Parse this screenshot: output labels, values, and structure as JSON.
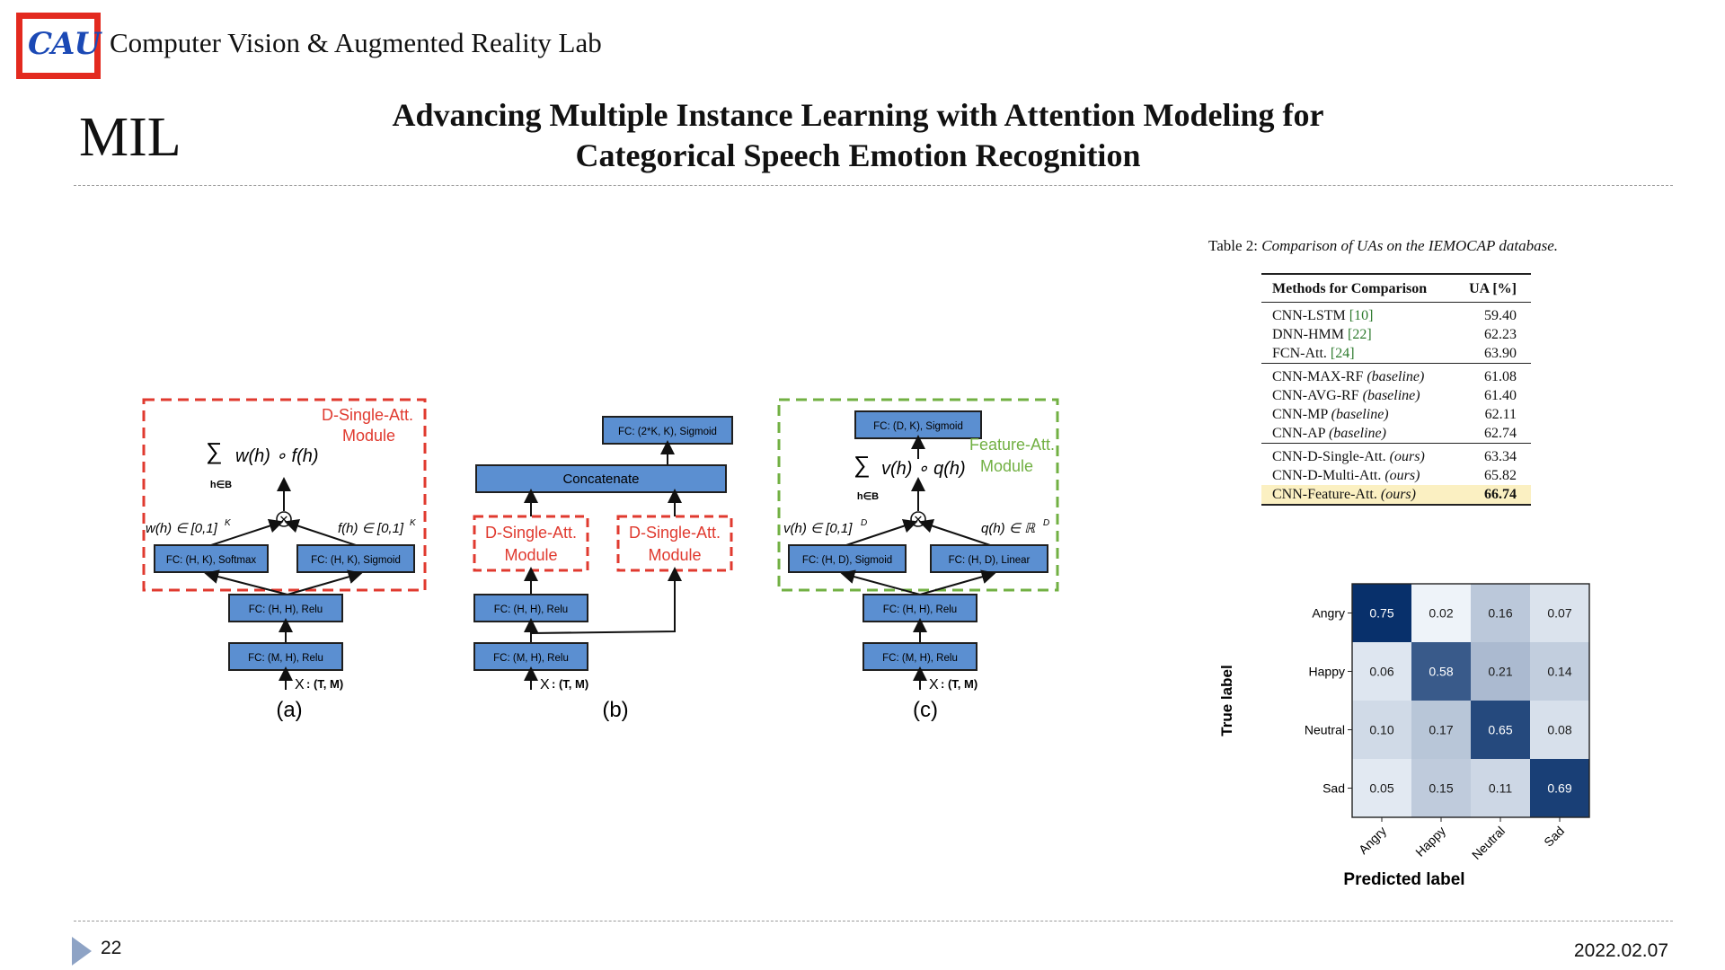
{
  "header": {
    "logo_text": "CAU",
    "lab_name": "Computer Vision & Augmented Reality Lab",
    "section": "MIL",
    "title_line1": "Advancing Multiple Instance Learning with Attention Modeling for",
    "title_line2": "Categorical Speech Emotion Recognition"
  },
  "figure": {
    "panel_a": {
      "module_label_1": "D-Single-Att.",
      "module_label_2": "Module",
      "sum_sub": "h∈B",
      "sum_expr": "w(h) ∘ f(h)",
      "left_formula": "w(h) ∈ [0,1]",
      "left_sup": "K",
      "right_formula": "f(h) ∈ [0,1]",
      "right_sup": "K",
      "box_left": "FC: (H, K), Softmax",
      "box_right": "FC: (H, K), Sigmoid",
      "box_mid": "FC: (H, H), Relu",
      "box_bottom": "FC: (M, H), Relu",
      "input": "X",
      "input_dims": ": (T, M)",
      "caption": "(a)"
    },
    "panel_b": {
      "box_top": "FC: (2*K, K), Sigmoid",
      "box_concat": "Concatenate",
      "module_line1": "D-Single-Att.",
      "module_line2": "Module",
      "box_mid": "FC: (H, H), Relu",
      "box_bottom": "FC: (M, H), Relu",
      "input": "X",
      "input_dims": ": (T, M)",
      "caption": "(b)"
    },
    "panel_c": {
      "module_label_1": "Feature-Att.",
      "module_label_2": "Module",
      "box_top": "FC: (D, K), Sigmoid",
      "sum_sub": "h∈B",
      "sum_expr": "v(h) ∘ q(h)",
      "left_formula": "v(h) ∈ [0,1]",
      "left_sup": "D",
      "right_formula": "q(h) ∈ ℝ",
      "right_sup": "D",
      "box_left": "FC: (H, D), Sigmoid",
      "box_right": "FC: (H, D), Linear",
      "box_mid": "FC: (H, H), Relu",
      "box_bottom": "FC: (M, H), Relu",
      "input": "X",
      "input_dims": ": (T, M)",
      "caption": "(c)"
    },
    "colors": {
      "box_fill": "#5b8fd1",
      "box_stroke": "#1f1f1f",
      "module_red": "#e03a2f",
      "module_green": "#72b043"
    }
  },
  "table": {
    "caption_prefix": "Table 2: ",
    "caption_text": "Comparison of UAs on the IEMOCAP database.",
    "headers": [
      "Methods for Comparison",
      "UA [%]"
    ],
    "groups": [
      [
        {
          "method": "CNN-LSTM ",
          "cite": "[10]",
          "tag": "",
          "value": "59.40"
        },
        {
          "method": "DNN-HMM ",
          "cite": "[22]",
          "tag": "",
          "value": "62.23"
        },
        {
          "method": "FCN-Att. ",
          "cite": "[24]",
          "tag": "",
          "value": "63.90"
        }
      ],
      [
        {
          "method": "CNN-MAX-RF ",
          "cite": "",
          "tag": "(baseline)",
          "value": "61.08"
        },
        {
          "method": "CNN-AVG-RF ",
          "cite": "",
          "tag": "(baseline)",
          "value": "61.40"
        },
        {
          "method": "CNN-MP ",
          "cite": "",
          "tag": "(baseline)",
          "value": "62.11"
        },
        {
          "method": "CNN-AP ",
          "cite": "",
          "tag": "(baseline)",
          "value": "62.74"
        }
      ],
      [
        {
          "method": "CNN-D-Single-Att. ",
          "cite": "",
          "tag": "(ours)",
          "value": "63.34"
        },
        {
          "method": "CNN-D-Multi-Att. ",
          "cite": "",
          "tag": "(ours)",
          "value": "65.82"
        },
        {
          "method": "CNN-Feature-Att. ",
          "cite": "",
          "tag": "(ours)",
          "value": "66.74",
          "highlight": true
        }
      ]
    ]
  },
  "chart_data": {
    "type": "heatmap",
    "title": "",
    "xlabel": "Predicted label",
    "ylabel": "True label",
    "x_categories": [
      "Angry",
      "Happy",
      "Neutral",
      "Sad"
    ],
    "y_categories": [
      "Angry",
      "Happy",
      "Neutral",
      "Sad"
    ],
    "values": [
      [
        0.75,
        0.02,
        0.16,
        0.07
      ],
      [
        0.06,
        0.58,
        0.21,
        0.14
      ],
      [
        0.1,
        0.17,
        0.65,
        0.08
      ],
      [
        0.05,
        0.15,
        0.11,
        0.69
      ]
    ],
    "value_labels": [
      [
        "0.75",
        "0.02",
        "0.16",
        "0.07"
      ],
      [
        "0.06",
        "0.58",
        "0.21",
        "0.14"
      ],
      [
        "0.10",
        "0.17",
        "0.65",
        "0.08"
      ],
      [
        "0.05",
        "0.15",
        "0.11",
        "0.69"
      ]
    ],
    "colormap": "Blues",
    "value_range": [
      0,
      0.75
    ]
  },
  "footer": {
    "page_number": "22",
    "date": "2022.02.07"
  }
}
